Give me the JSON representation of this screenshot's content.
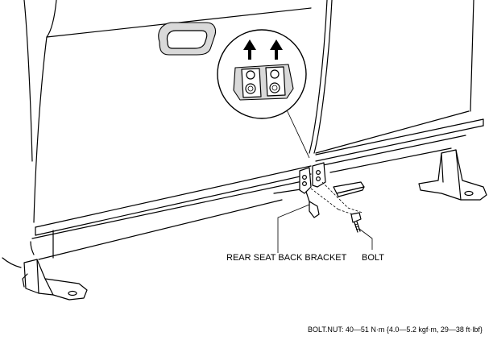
{
  "labels": {
    "bracket": "REAR SEAT BACK BRACKET",
    "bolt": "BOLT",
    "torque_spec": "BOLT.NUT: 40—51 N·m {4.0—5.2 kgf·m, 29—38 ft·lbf}"
  },
  "icons": [
    "up-arrow-icon",
    "up-arrow-icon"
  ]
}
